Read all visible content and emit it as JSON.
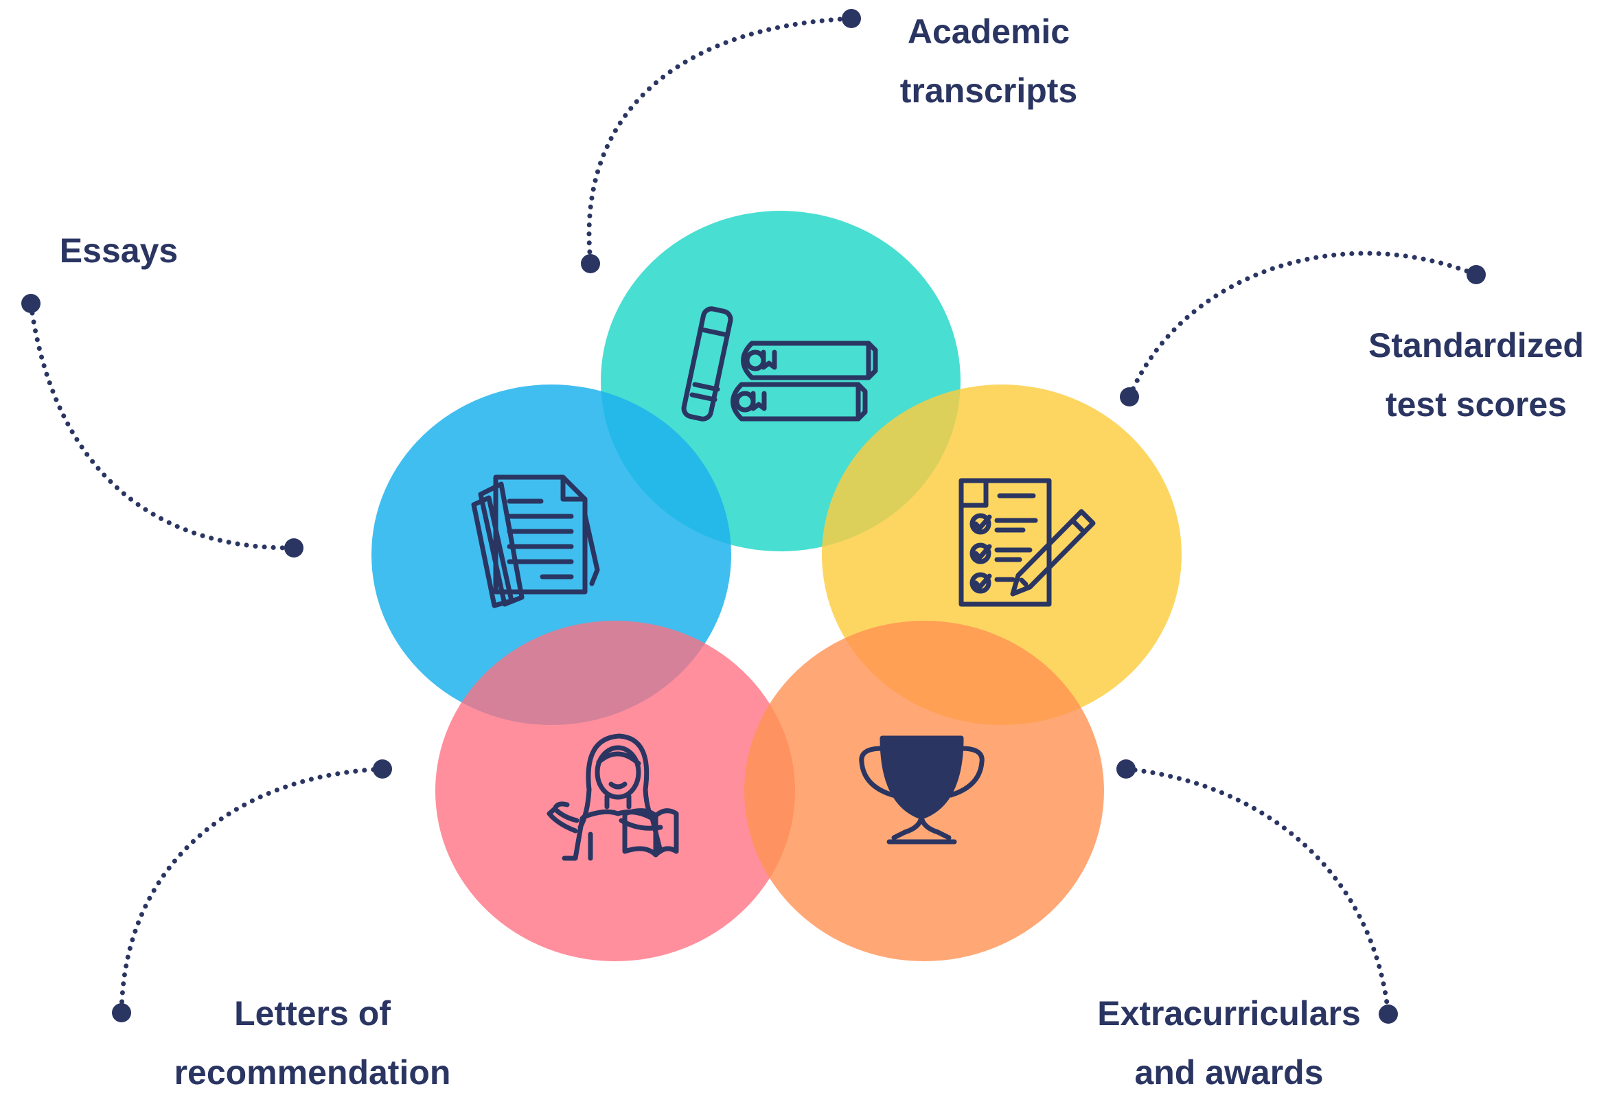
{
  "colors": {
    "ink": "#2a3562",
    "academic": "#2fd9cc",
    "essays": "#1eb3ec",
    "tests": "#fccd3f",
    "letters": "#ff6f81",
    "extracurriculars": "#ff9252"
  },
  "items": [
    {
      "id": "academic",
      "icon": "books-icon",
      "lines": [
        "Academic",
        "transcripts"
      ]
    },
    {
      "id": "essays",
      "icon": "documents-icon",
      "lines": [
        "Essays"
      ]
    },
    {
      "id": "tests",
      "icon": "test-checklist-pencil-icon",
      "lines": [
        "Standardized",
        "test scores"
      ]
    },
    {
      "id": "letters",
      "icon": "teacher-with-book-icon",
      "lines": [
        "Letters of",
        "recommendation"
      ]
    },
    {
      "id": "extracurriculars",
      "icon": "trophy-icon",
      "lines": [
        "Extracurriculars",
        "and awards"
      ]
    }
  ]
}
